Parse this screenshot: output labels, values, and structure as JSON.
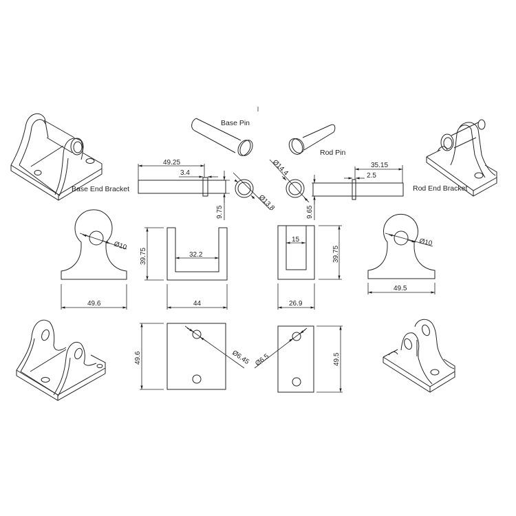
{
  "labels": {
    "base_end_bracket": "Base End Bracket",
    "rod_end_bracket": "Rod End Bracket",
    "base_pin": "Base Pin",
    "rod_pin": "Rod Pin"
  },
  "base_pin": {
    "length": "49.25",
    "collar_width": "3.4",
    "diameter_side": "9.75",
    "head_diameter": "Ø13.8"
  },
  "rod_pin": {
    "length": "35.15",
    "collar_width": "2.5",
    "diameter_side": "9.65",
    "head_diameter": "Ø14.4"
  },
  "base_bracket_views": {
    "front_width": "49.6",
    "hole_diameter": "Ø10",
    "side_height": "39.75",
    "side_inner_width": "32.2",
    "side_width": "44",
    "top_length": "49.6",
    "mount_hole_diameter": "Ø6.45"
  },
  "rod_bracket_views": {
    "front_width": "49.5",
    "hole_diameter": "Ø10",
    "side_height": "39.75",
    "slot_width": "15",
    "side_width": "26.9",
    "top_length": "49.5",
    "mount_hole_diameter": "Ø6.5"
  }
}
